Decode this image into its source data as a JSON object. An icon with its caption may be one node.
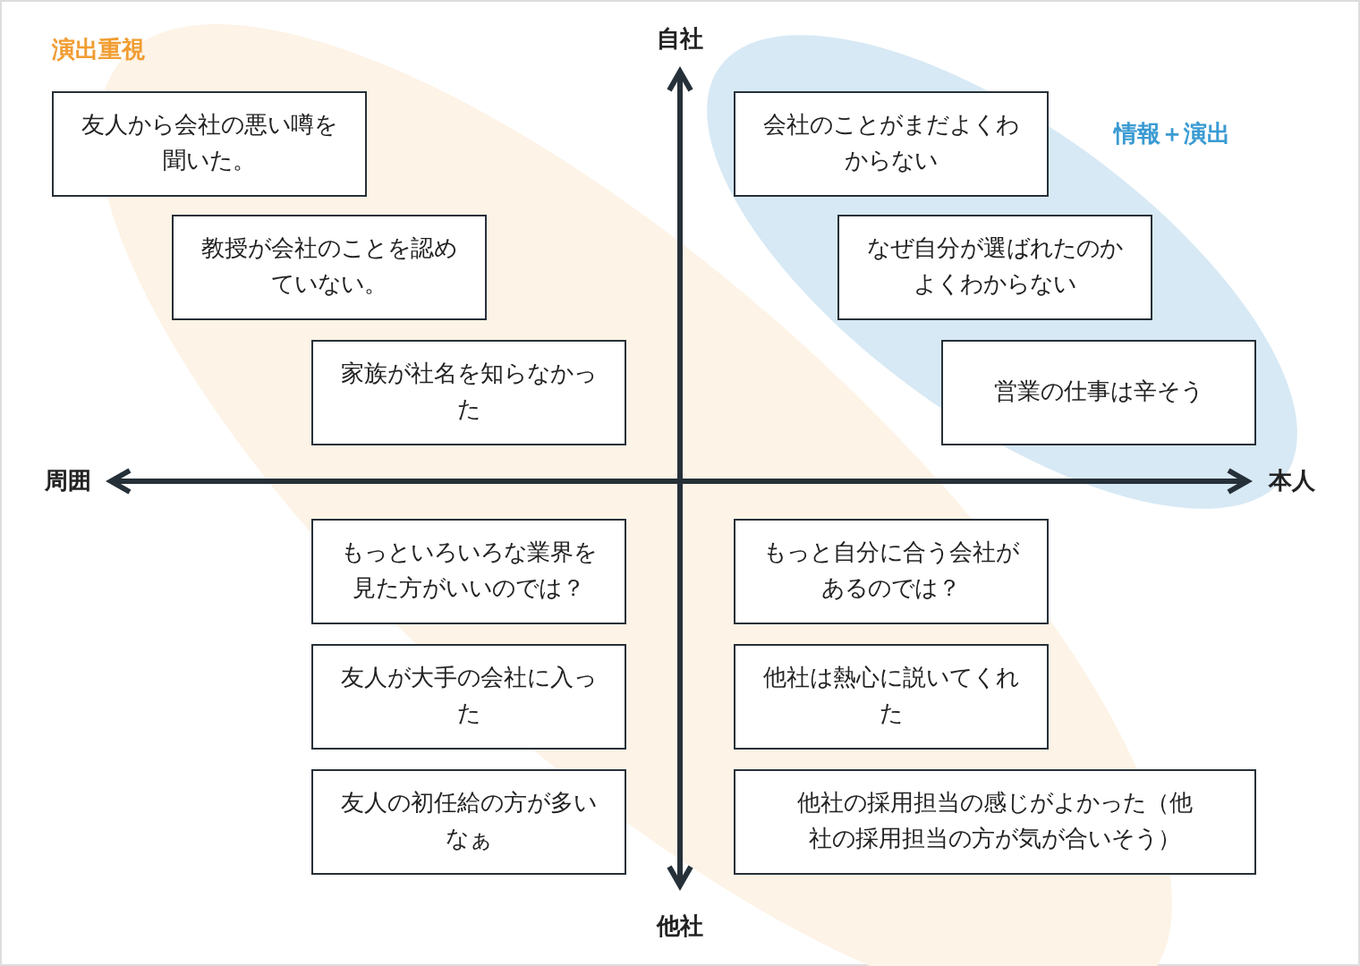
{
  "diagram": {
    "nodes": [
      {
        "text": [
          "友人から会社の悪い噂を聞いた。"
        ]
      },
      {
        "text": [
          "教授が会社のことを認めていない。"
        ]
      },
      {
        "text": [
          "家族が社名を知らなかった"
        ]
      },
      {
        "text": [
          "会社のことがまだよくわからない"
        ]
      },
      {
        "text": [
          "なぜ自分が選ばれたのかよくわからない"
        ]
      },
      {
        "text": [
          "営業の仕事は辛そう"
        ]
      },
      {
        "text": [
          "もっといろいろな業界を見た方がいいのでは？"
        ]
      },
      {
        "text": [
          "もっと自分に合う会社があるのでは？"
        ]
      },
      {
        "text": [
          "友人が大手の会社に入った"
        ]
      },
      {
        "text": [
          "他社は熱心に説いてくれた"
        ]
      },
      {
        "text": [
          "友人の初任給の方が多いなぁ"
        ]
      },
      {
        "text": [
          "他社の採用担当の感じがよかった（他社の採用担当の方が気が合いそう）"
        ]
      }
    ],
    "labels": [
      "演出重視",
      "自社",
      "情報＋演出",
      "周囲",
      "本人",
      "他社"
    ]
  }
}
